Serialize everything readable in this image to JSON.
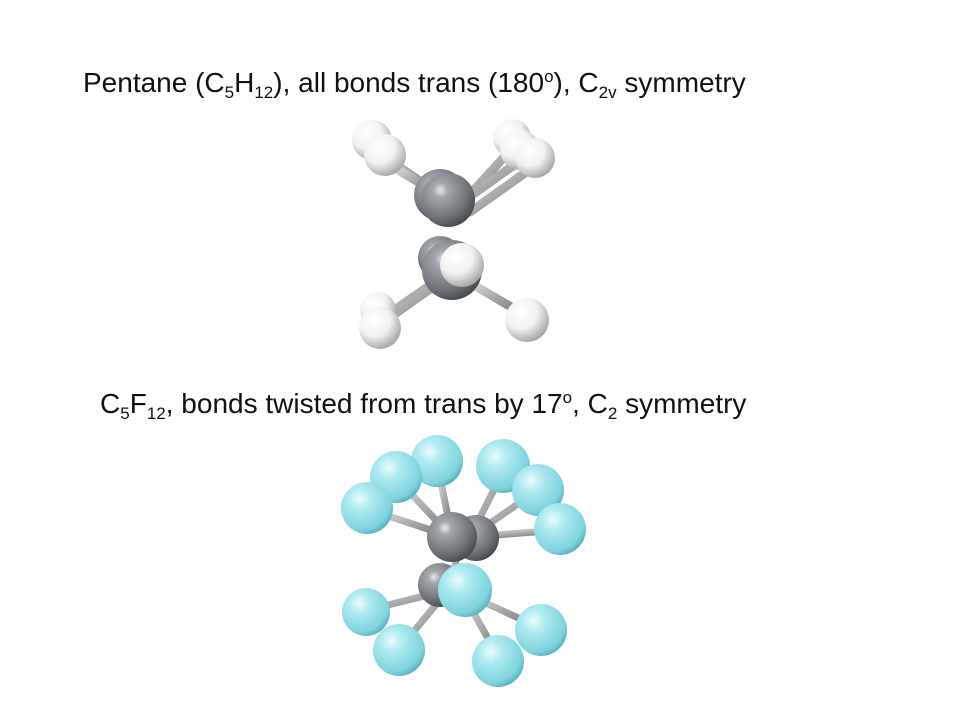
{
  "captions": {
    "pentane": {
      "name": "Pentane (C",
      "sub1": "5",
      "mid1": "H",
      "sub2": "12",
      "mid2": "), all bonds trans (180",
      "deg": "o",
      "mid3": "), C",
      "sub3": "2v",
      "end": " symmetry"
    },
    "perfluoro": {
      "c": "C",
      "sub1": "5",
      "f": "F",
      "sub2": "12",
      "mid": ", bonds twisted from trans by 17",
      "deg": "o",
      "mid2": ", C",
      "sub3": "2",
      "end": " symmetry"
    }
  },
  "colors": {
    "carbon": "#6f7377",
    "hydrogen": "#f2f2f2",
    "fluorine": "#8fdde6",
    "bond": "#9a9a9a"
  }
}
